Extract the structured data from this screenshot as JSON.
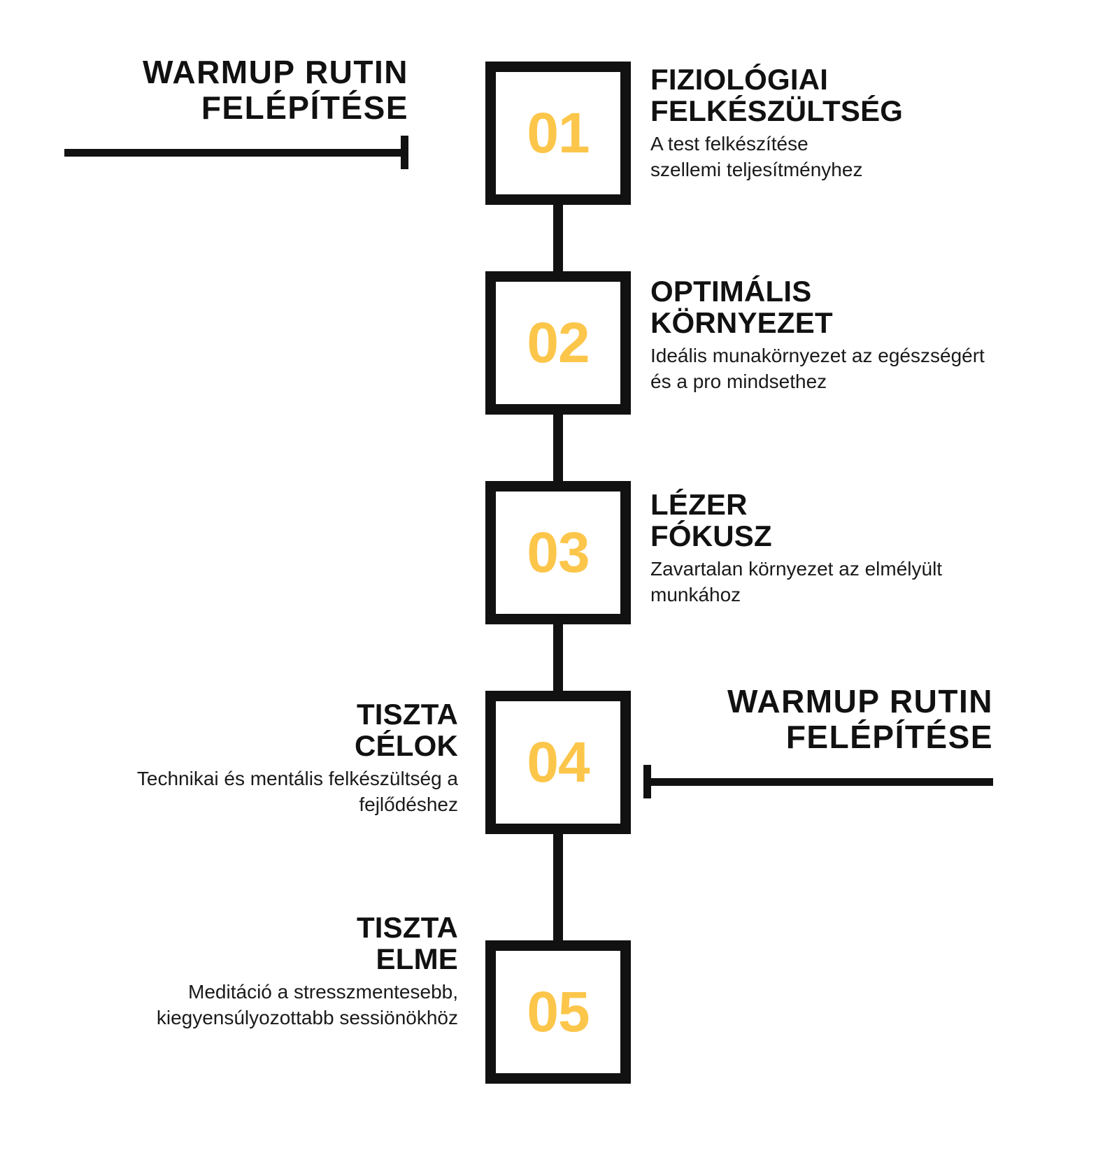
{
  "colors": {
    "accent": "#FCC64B",
    "ink": "#111111",
    "background": "#FFFFFF"
  },
  "headings": [
    {
      "id": "heading-top-left",
      "text": "WARMUP RUTIN\nFELÉPÍTÉSE"
    },
    {
      "id": "heading-mid-right",
      "text": "WARMUP RUTIN\nFELÉPÍTÉSE"
    }
  ],
  "steps": [
    {
      "number": "01",
      "title": "FIZIOLÓGIAI\nFELKÉSZÜLTSÉG",
      "description": "A test felkészítése\nszellemi teljesítményhez",
      "side": "right"
    },
    {
      "number": "02",
      "title": "OPTIMÁLIS\nKÖRNYEZET",
      "description": "Ideális munakörnyezet az egészségért\nés a pro mindsethez",
      "side": "right"
    },
    {
      "number": "03",
      "title": "LÉZER\nFÓKUSZ",
      "description": "Zavartalan környezet az elmélyült\nmunkához",
      "side": "right"
    },
    {
      "number": "04",
      "title": "TISZTA\nCÉLOK",
      "description": "Technikai és mentális felkészültség a\nfejlődéshez",
      "side": "left"
    },
    {
      "number": "05",
      "title": "TISZTA\nELME",
      "description": "Meditáció a stresszmentesebb,\nkiegyensúlyozottabb sessiönökhöz",
      "side": "left"
    }
  ]
}
